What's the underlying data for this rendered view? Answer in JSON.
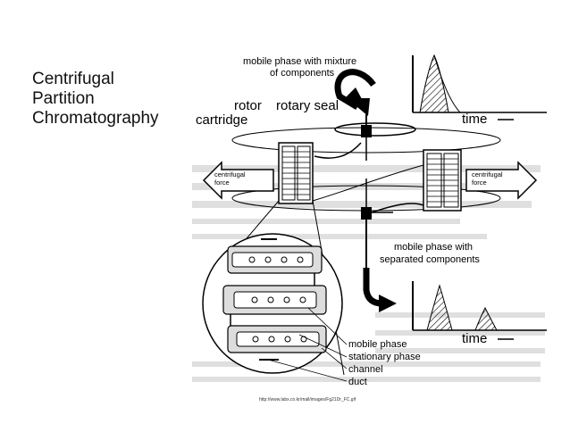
{
  "slide": {
    "title": "Centrifugal\nPartition\nChromatography",
    "credit": "http://www.labx.co.kr/mall/images/Fg21Dr_FC.gif"
  },
  "diagram": {
    "mobile_phase_in_line1": "mobile phase with mixture",
    "mobile_phase_in_line2": "of components",
    "rotor": "rotor",
    "rotary_seal": "rotary seal",
    "cartridge": "cartridge",
    "centrifugal_left_line1": "centrifugal",
    "centrifugal_left_line2": "force",
    "centrifugal_right_line1": "centrifugal",
    "centrifugal_right_line2": "force",
    "mobile_phase_out_line1": "mobile phase with",
    "mobile_phase_out_line2": "separated components",
    "time_top": "time",
    "time_bottom": "time",
    "legend": [
      "mobile phase",
      "stationary phase",
      "channel",
      "duct"
    ]
  },
  "chromatograms": {
    "top": {
      "peaks": 1
    },
    "bottom": {
      "peaks": 2
    }
  }
}
